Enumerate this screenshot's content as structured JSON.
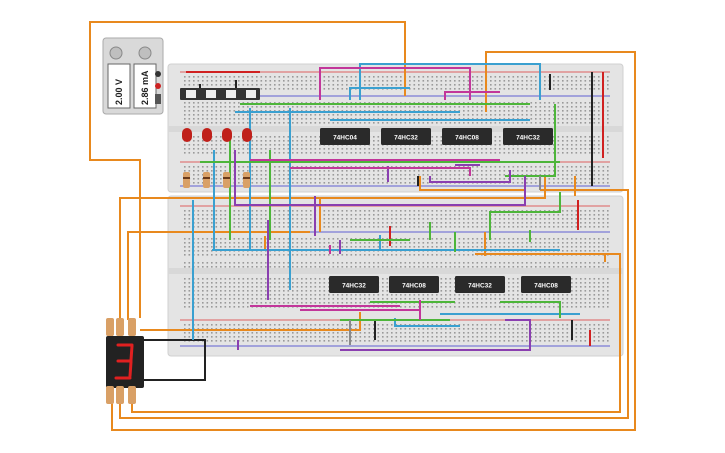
{
  "power_supply": {
    "voltage": "2.00 V",
    "current": "2.86 mA"
  },
  "chips": [
    {
      "label": "74HC04"
    },
    {
      "label": "74HC32"
    },
    {
      "label": "74HC08"
    },
    {
      "label": "74HC32"
    },
    {
      "label": "74HC32"
    },
    {
      "label": "74HC08"
    },
    {
      "label": "74HC32"
    },
    {
      "label": "74HC08"
    }
  ],
  "switches": {
    "count": 4
  },
  "leds": {
    "count": 4,
    "color": "#c0201a"
  },
  "seven_segment": {
    "shown_digit": "3",
    "segment_color": "#e02020"
  },
  "colors": {
    "breadboard": "#e6e6e6",
    "wire_orange": "#e8891e",
    "wire_blue": "#3aa0d0",
    "wire_green": "#4db53a",
    "wire_purple": "#8a3fb0",
    "wire_magenta": "#c2369a",
    "wire_red": "#d02020",
    "wire_black": "#222222",
    "wire_gray": "#888888"
  }
}
